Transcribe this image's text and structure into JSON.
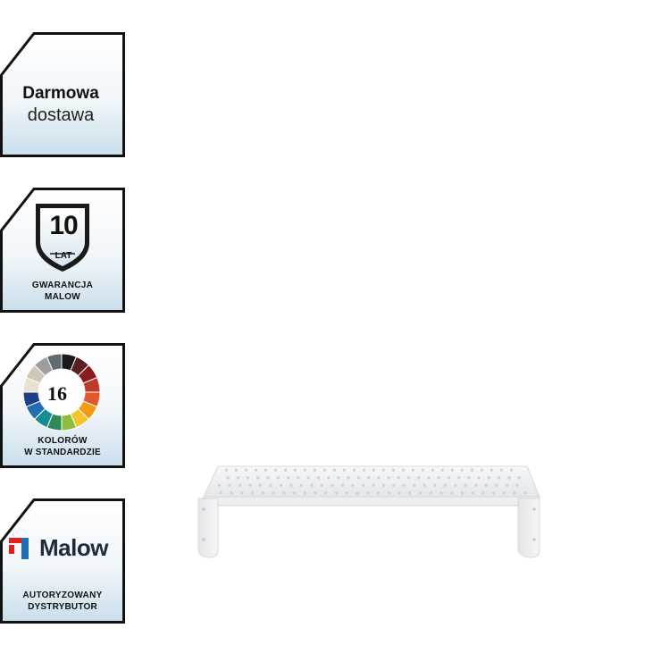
{
  "badges": {
    "delivery": {
      "line1": "Darmowa",
      "line2": "dostawa"
    },
    "warranty": {
      "number": "10",
      "unit": "LAT",
      "caption1": "GWARANCJA",
      "caption2": "MALOW"
    },
    "colors": {
      "number": "16",
      "caption1": "KOLORÓW",
      "caption2": "W STANDARDZIE",
      "palette": [
        "#1a1a1a",
        "#5a1f1f",
        "#8b1a1a",
        "#c0392b",
        "#e4572e",
        "#f39c12",
        "#f4c430",
        "#8fbc3a",
        "#2e8b57",
        "#138d90",
        "#1f6fb2",
        "#1d3f8a",
        "#e8e2d0",
        "#cfc8b8",
        "#9e9e9e",
        "#5f6b73"
      ]
    },
    "distributor": {
      "brand": "Malow",
      "caption1": "AUTORYZOWANY",
      "caption2": "DYSTRYBUTOR"
    }
  },
  "theme": {
    "frame": "#111111",
    "gradient_top": "#ffffff",
    "gradient_bottom": "#cfe2ee",
    "brand_red": "#e02020",
    "brand_blue": "#1f6fb2"
  },
  "product": {
    "icon": "perforated-shelf",
    "color": "#e9ebec"
  }
}
